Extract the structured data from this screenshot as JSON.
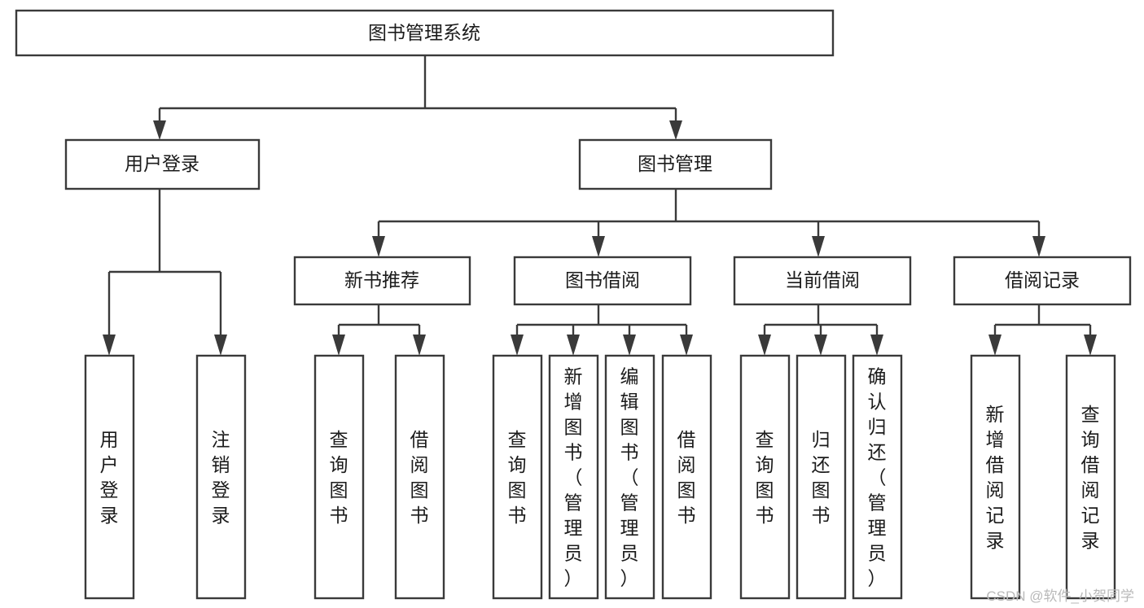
{
  "diagram": {
    "type": "tree-hierarchy",
    "title": "图书管理系统",
    "watermark": "CSDN @软件_小贺同学",
    "colors": {
      "box_stroke": "#3a3a3a",
      "box_fill": "#ffffff",
      "text": "#1b1b1b",
      "connector": "#3a3a3a",
      "watermark": "#b9b9b9",
      "background": "#ffffff"
    },
    "levels": [
      {
        "level": 1,
        "nodes": [
          {
            "id": "root",
            "label": "图书管理系统",
            "orientation": "horizontal"
          }
        ]
      },
      {
        "level": 2,
        "nodes": [
          {
            "id": "login",
            "label": "用户登录",
            "orientation": "horizontal",
            "parent": "root"
          },
          {
            "id": "bookmgmt",
            "label": "图书管理",
            "orientation": "horizontal",
            "parent": "root"
          }
        ]
      },
      {
        "level": 3,
        "nodes": [
          {
            "id": "newbook",
            "label": "新书推荐",
            "orientation": "horizontal",
            "parent": "bookmgmt"
          },
          {
            "id": "borrow",
            "label": "图书借阅",
            "orientation": "horizontal",
            "parent": "bookmgmt"
          },
          {
            "id": "current",
            "label": "当前借阅",
            "orientation": "horizontal",
            "parent": "bookmgmt"
          },
          {
            "id": "records",
            "label": "借阅记录",
            "orientation": "horizontal",
            "parent": "bookmgmt"
          }
        ]
      },
      {
        "level": 4,
        "nodes": [
          {
            "id": "leaf1",
            "label": "用户登录",
            "orientation": "vertical",
            "parent": "login"
          },
          {
            "id": "leaf2",
            "label": "注销登录",
            "orientation": "vertical",
            "parent": "login"
          },
          {
            "id": "leaf3",
            "label": "查询图书",
            "orientation": "vertical",
            "parent": "newbook"
          },
          {
            "id": "leaf4",
            "label": "借阅图书",
            "orientation": "vertical",
            "parent": "newbook"
          },
          {
            "id": "leaf5",
            "label": "查询图书",
            "orientation": "vertical",
            "parent": "borrow"
          },
          {
            "id": "leaf6",
            "label": "新增图书（管理员）",
            "orientation": "vertical",
            "parent": "borrow"
          },
          {
            "id": "leaf7",
            "label": "编辑图书（管理员）",
            "orientation": "vertical",
            "parent": "borrow"
          },
          {
            "id": "leaf8",
            "label": "借阅图书",
            "orientation": "vertical",
            "parent": "borrow"
          },
          {
            "id": "leaf9",
            "label": "查询图书",
            "orientation": "vertical",
            "parent": "current"
          },
          {
            "id": "leaf10",
            "label": "归还图书",
            "orientation": "vertical",
            "parent": "current"
          },
          {
            "id": "leaf11",
            "label": "确认归还（管理员）",
            "orientation": "vertical",
            "parent": "current"
          },
          {
            "id": "leaf12",
            "label": "新增借阅记录",
            "orientation": "vertical",
            "parent": "records"
          },
          {
            "id": "leaf13",
            "label": "查询借阅记录",
            "orientation": "vertical",
            "parent": "records"
          }
        ]
      }
    ]
  }
}
